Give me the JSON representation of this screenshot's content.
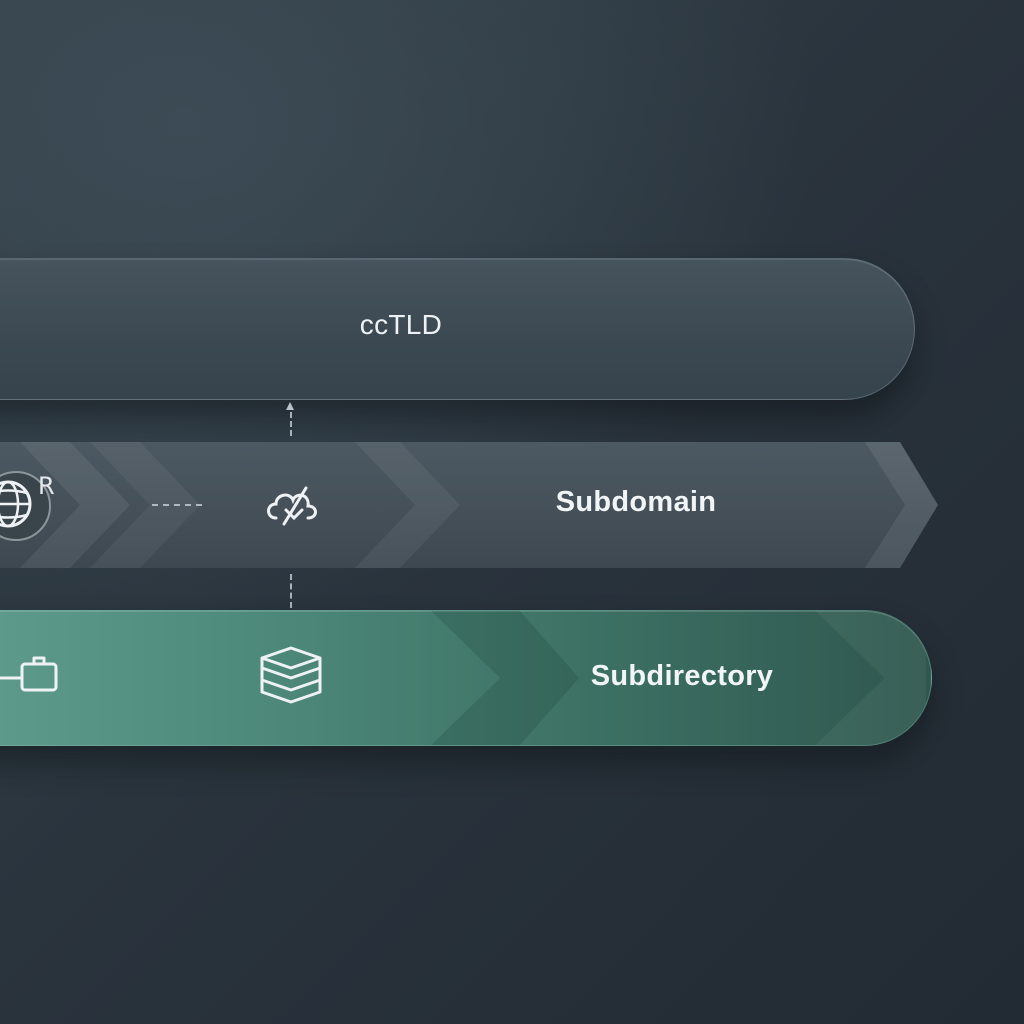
{
  "diagram": {
    "tiers": [
      {
        "id": "cctld",
        "label": "ccTLD"
      },
      {
        "id": "subdomain",
        "label": "Subdomain"
      },
      {
        "id": "subdirectory",
        "label": "Subdirectory"
      }
    ],
    "globe_badge_text": "R"
  },
  "colors": {
    "background": "#2a343d",
    "cctld_band": "#3c4953",
    "subdomain_band": "#444f58",
    "subdirectory_band": "#4e8a7c",
    "label_text": "#f2f5f6"
  },
  "icons": {
    "subdomain_left": "globe-icon",
    "subdomain_middle": "cloud-unlink-icon",
    "subdirectory_left": "plug-connector-icon",
    "subdirectory_middle": "stack-layers-icon"
  }
}
